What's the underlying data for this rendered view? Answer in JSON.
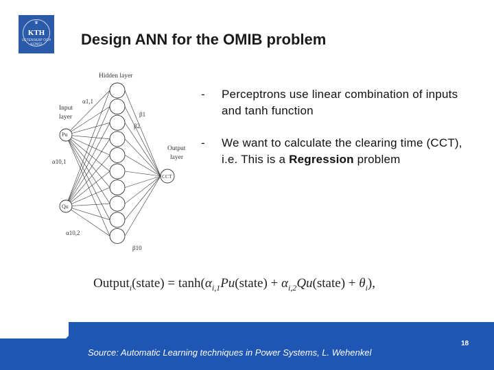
{
  "logo": {
    "text": "KTH",
    "subtext": "VETENSKAP OCH KONST"
  },
  "slide": {
    "title": "Design ANN for the OMIB problem",
    "page_number": "18"
  },
  "diagram": {
    "hidden_layer_label": "Hidden layer",
    "input_layer_label_1": "Input",
    "input_layer_label_2": "layer",
    "output_layer_label_1": "Output",
    "output_layer_label_2": "layer",
    "input_node_1": "Pu",
    "input_node_2": "Qu",
    "output_node": "CCT",
    "weight_a11": "α1,1",
    "weight_a101": "α10,1",
    "weight_a102": "α10,2",
    "weight_b1": "β1",
    "weight_b2": "β2",
    "weight_b10": "β10",
    "hidden_node_count": 10
  },
  "bullets": [
    {
      "dash": "-",
      "text": "Perceptrons use linear combination of inputs and tanh function"
    },
    {
      "dash": "-",
      "text_before": "We want to calculate the clearing time (CCT), i.e. This is a ",
      "text_bold": "Regression",
      "text_after": " problem"
    }
  ],
  "formula": {
    "lhs": "Output",
    "lhs_sub": "i",
    "lhs_arg": "(state) = tanh(",
    "alpha1": "α",
    "alpha1_sub": "i,1",
    "term1": "Pu",
    "term1_arg": "(state) + ",
    "alpha2": "α",
    "alpha2_sub": "i,2",
    "term2": "Qu",
    "term2_arg": "(state) + ",
    "theta": "θ",
    "theta_sub": "i",
    "end": "),"
  },
  "footer": {
    "source": "Source: Automatic Learning techniques in Power Systems, L. Wehenkel",
    "color": "#1f56b4"
  }
}
